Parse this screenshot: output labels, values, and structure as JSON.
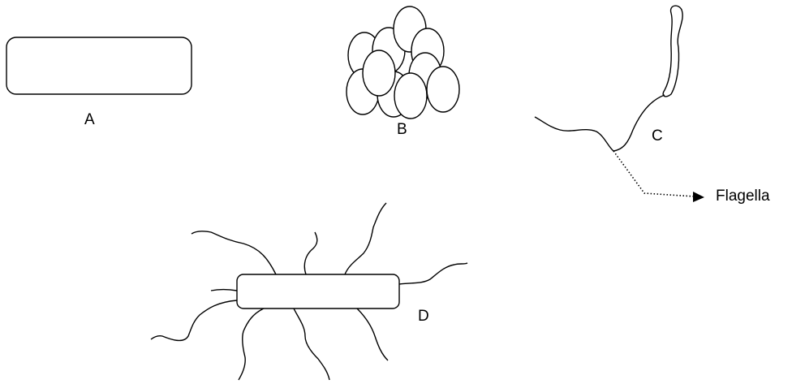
{
  "labels": {
    "a": "A",
    "b": "B",
    "c": "C",
    "d": "D",
    "flagella": "Flagella"
  },
  "colors": {
    "stroke": "#000000",
    "fill": "#ffffff",
    "background": "#ffffff"
  }
}
